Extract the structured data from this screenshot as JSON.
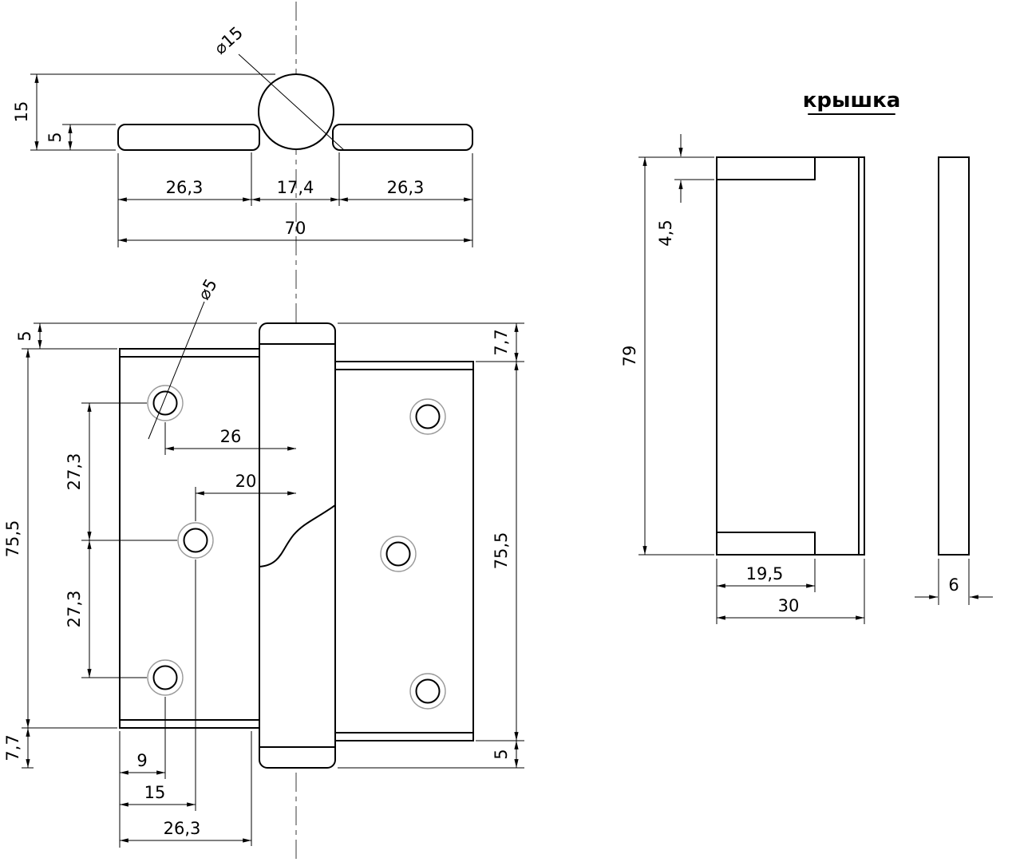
{
  "drawing": {
    "top_view": {
      "diameter_label": "⌀15",
      "dim_height": "15",
      "dim_leaf_thickness": "5",
      "dim_left_leaf": "26,3",
      "dim_knuckle": "17,4",
      "dim_right_leaf": "26,3",
      "dim_total_width": "70"
    },
    "front_view": {
      "hole_diameter_label": "⌀5",
      "dim_top_left_offset": "5",
      "dim_top_right_offset": "7,7",
      "dim_hole_pitch_upper": "27,3",
      "dim_hole_pitch_lower": "27,3",
      "dim_left_leaf_height": "75,5",
      "dim_bottom_left_offset": "7,7",
      "dim_right_leaf_height": "75,5",
      "dim_bottom_right_offset": "5",
      "dim_hole_to_axis_top": "26",
      "dim_hole_to_axis_middle": "20",
      "dim_edge_to_hole": "9",
      "dim_edge_to_middle_hole": "15",
      "dim_leaf_width": "26,3"
    },
    "cover_view": {
      "title": "крышка",
      "dim_height": "79",
      "dim_flange": "4,5",
      "dim_inner_width": "19,5",
      "dim_outer_width": "30",
      "dim_thickness": "6"
    }
  }
}
